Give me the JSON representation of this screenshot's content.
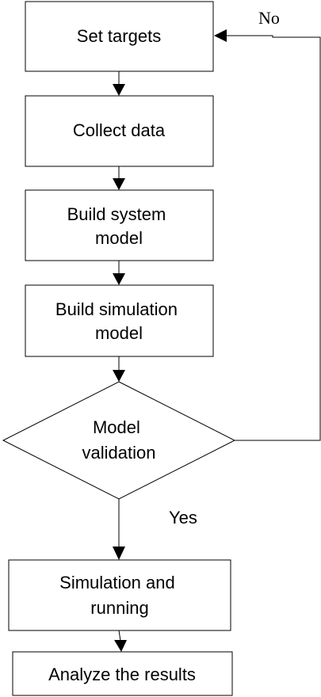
{
  "diagram": {
    "steps": {
      "set_targets": "Set targets",
      "collect_data": "Collect data",
      "build_system_model": [
        "Build system",
        "model"
      ],
      "build_simulation_model": [
        "Build simulation",
        "model"
      ],
      "model_validation": [
        "Model",
        "validation"
      ],
      "simulation_running": [
        "Simulation and",
        "running"
      ],
      "analyze_results": "Analyze the results"
    },
    "branches": {
      "no": "No",
      "yes": "Yes"
    }
  }
}
